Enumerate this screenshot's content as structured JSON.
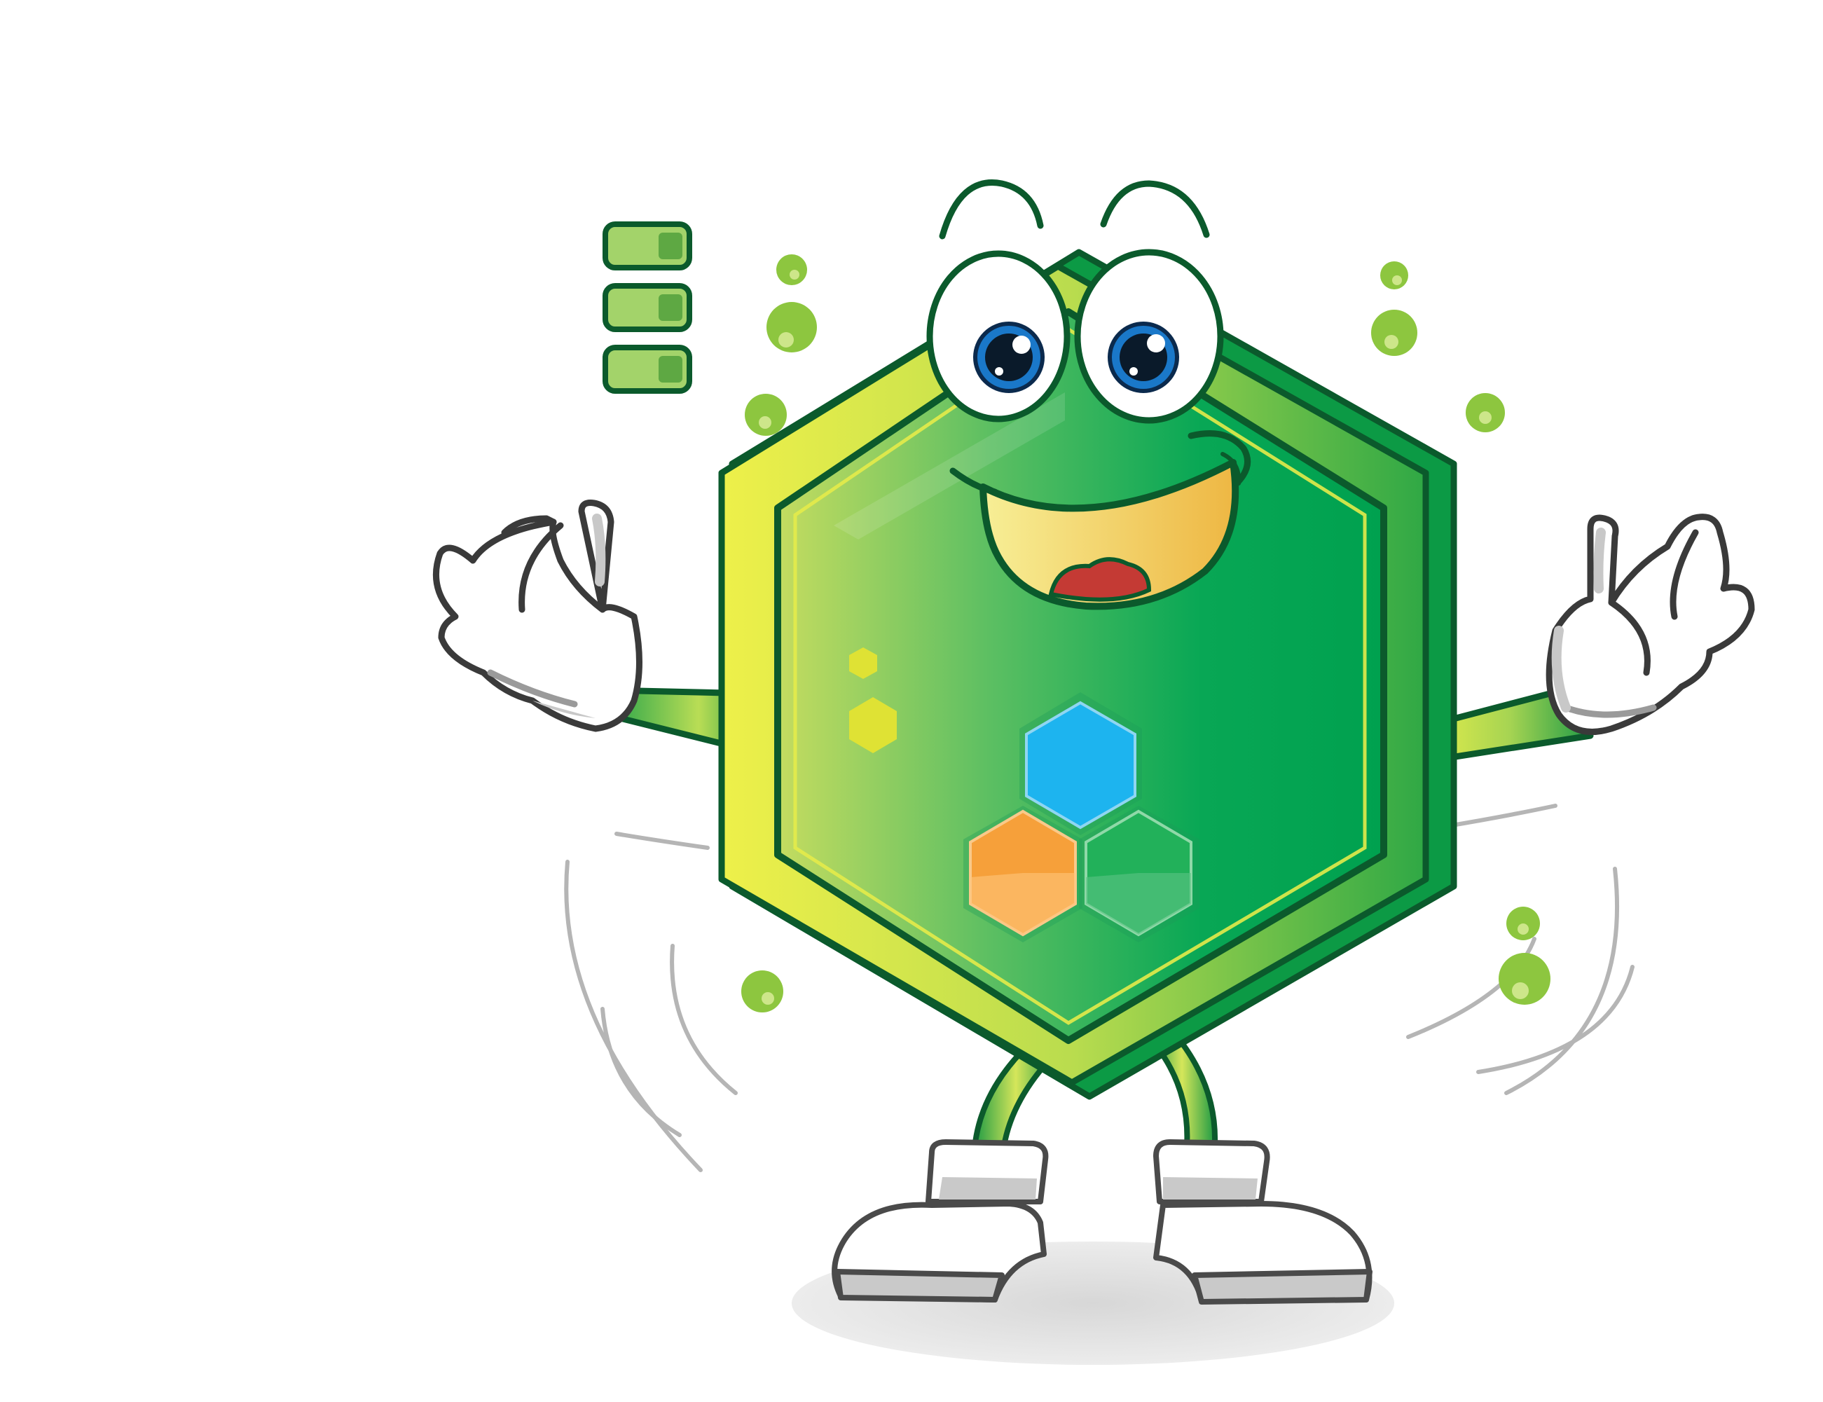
{
  "illustration": {
    "subject": "hexagon-mascot",
    "icons": [
      "battery-level-icon",
      "cell-cluster-icon",
      "bubble-icon",
      "motion-line-icon"
    ],
    "battery": {
      "filled_segments": 3,
      "total_segments": 3
    }
  },
  "palette": {
    "outline": "#0b5a2c",
    "body_green": "#00a552",
    "body_light": "#b6d75b",
    "rim_yellow": "#e4eb4a",
    "glove_white": "#ffffff",
    "glove_shade": "#c8c8c8",
    "eye_blue": "#1a78c9",
    "mouth_yellow": "#f1c64f",
    "tongue_red": "#c43a34",
    "cell_blue": "#1db4ef",
    "cell_orange": "#f6a03a",
    "cell_green": "#22b15a",
    "bubble": "#8dc63f",
    "shadow": "#e3e3e3",
    "motion_line": "#b9b9b9"
  }
}
